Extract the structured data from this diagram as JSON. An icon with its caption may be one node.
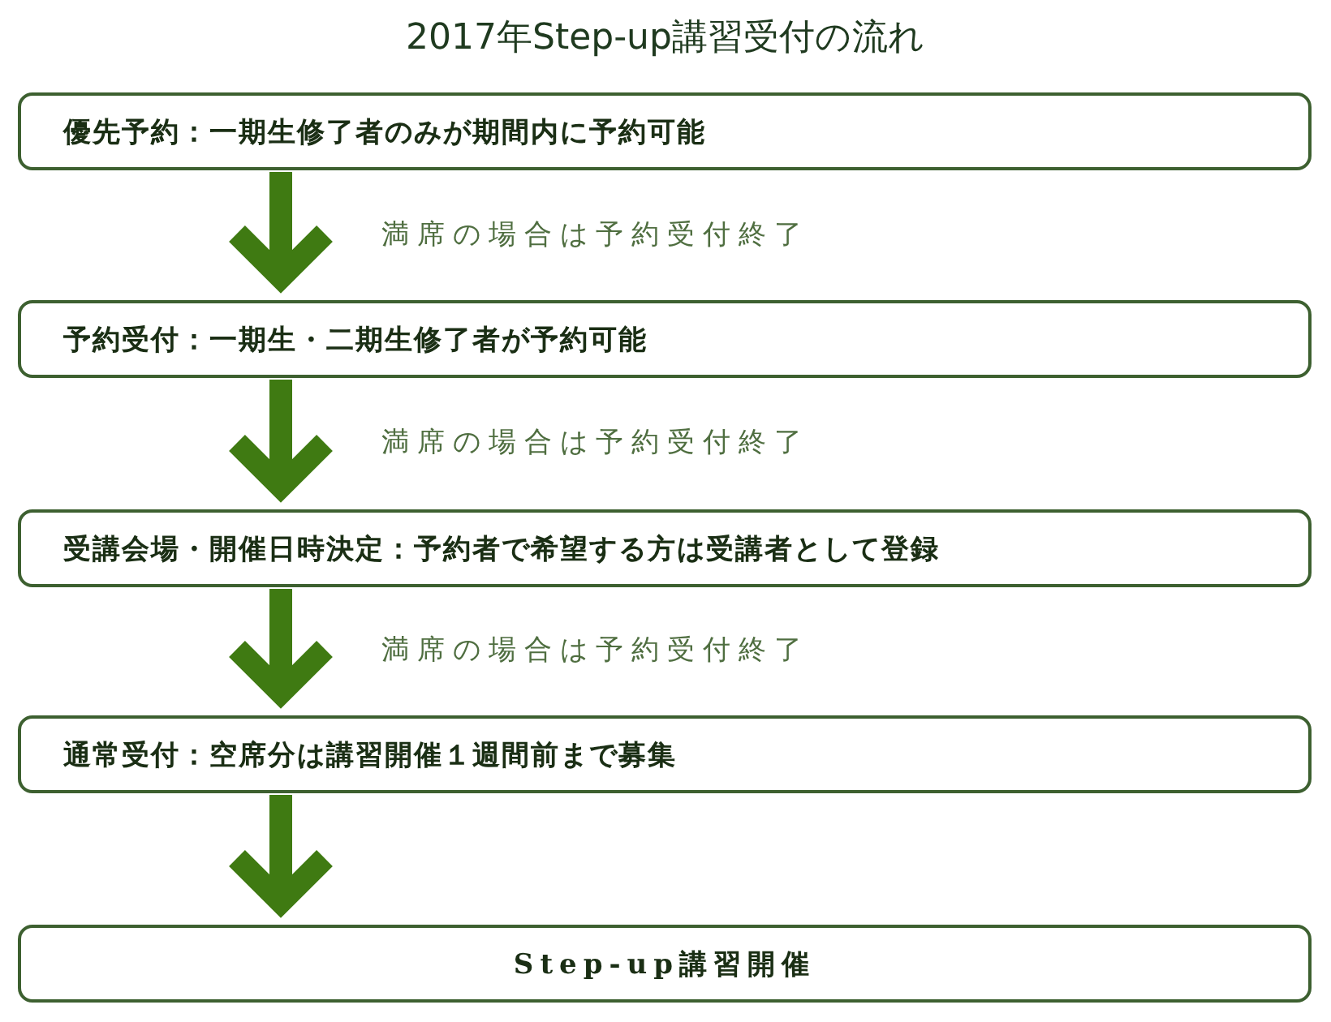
{
  "diagram": {
    "title": "2017年Step-up講習受付の流れ",
    "nodes": [
      {
        "text": [
          "優先予約：一期生修了者のみが期間内に予約可能"
        ]
      },
      {
        "text": [
          "予約受付：一期生・二期生修了者が予約可能"
        ]
      },
      {
        "text": [
          "受講会場・開催日時決定：予約者で希望する方は受講者として登録"
        ]
      },
      {
        "text": [
          "通常受付：空席分は講習開催１週間前まで募集"
        ]
      },
      {
        "text": [
          "Step-up講習開催"
        ]
      }
    ],
    "edges": [
      {
        "from": 0,
        "to": 1,
        "arrow": "to",
        "label": "満席の場合は予約受付終了"
      },
      {
        "from": 1,
        "to": 2,
        "arrow": "to",
        "label": "満席の場合は予約受付終了"
      },
      {
        "from": 2,
        "to": 3,
        "arrow": "to",
        "label": "満席の場合は予約受付終了"
      },
      {
        "from": 3,
        "to": 4,
        "arrow": "to"
      }
    ]
  }
}
